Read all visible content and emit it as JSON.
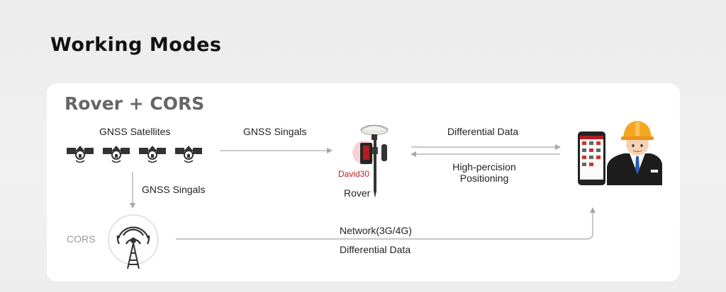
{
  "page_title": "Working Modes",
  "mode_title": "Rover + CORS",
  "labels": {
    "gnss_satellites": "GNSS Satellites",
    "gnss_signals_top": "GNSS Singals",
    "gnss_signals_side": "GNSS Singals",
    "differential_data_top": "Differential Data",
    "high_precision_line1": "High-percision",
    "high_precision_line2": "Positioning",
    "rover": "Rover",
    "device_brand": "David30",
    "cors": "CORS",
    "network": "Network(3G/4G)",
    "differential_data_bottom": "Differential Data"
  },
  "icons": [
    "satellite-icon",
    "gnss-receiver-icon",
    "smartphone-icon",
    "engineer-icon",
    "radio-tower-icon"
  ],
  "colors": {
    "arrow": "#a8a8a8",
    "brand": "#c0202a",
    "helmet": "#f5a623",
    "card": "#ffffff"
  }
}
